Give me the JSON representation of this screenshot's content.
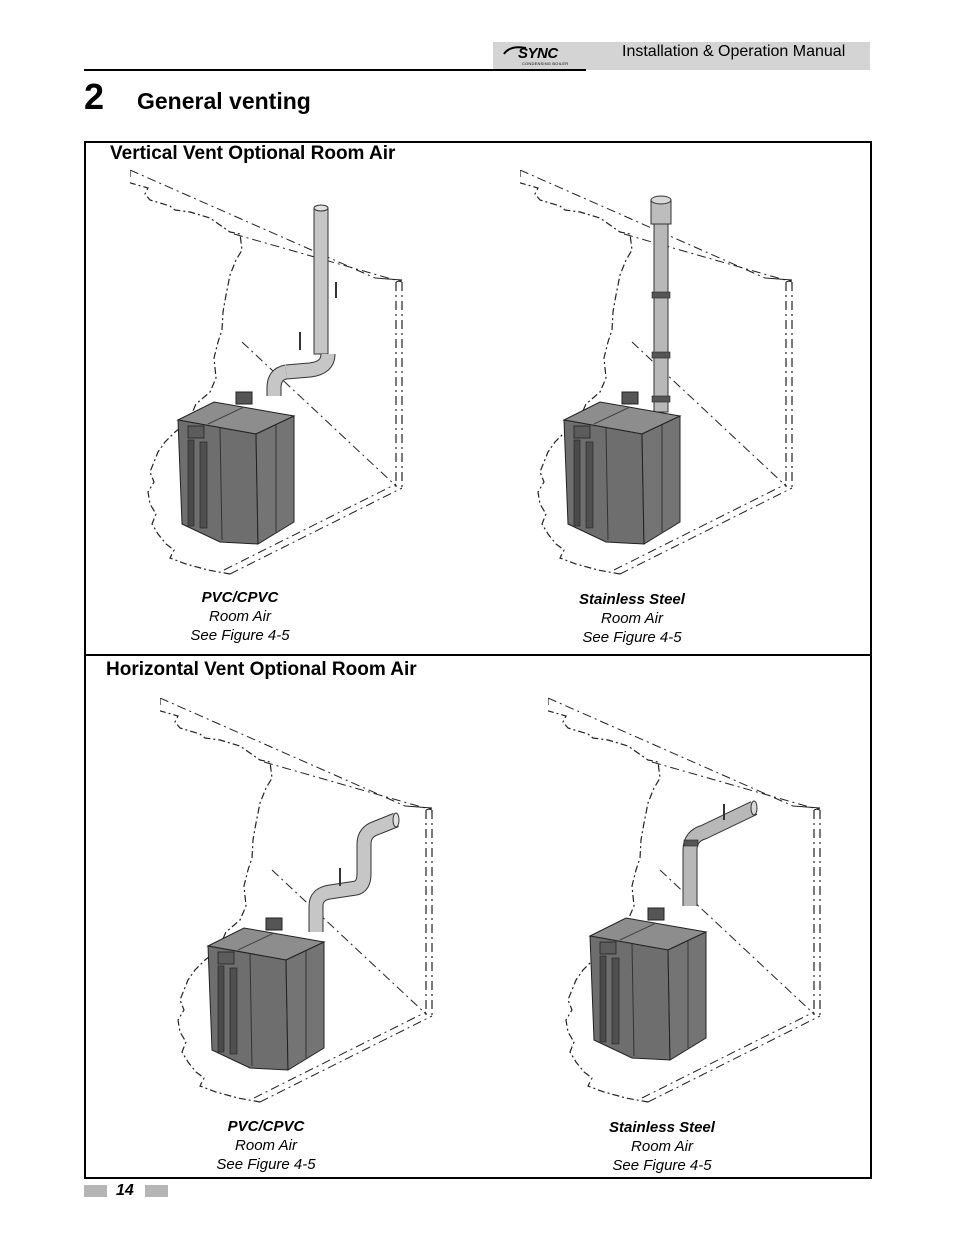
{
  "header": {
    "logo_text": "SYNC",
    "logo_subtext": "CONDENSING BOILER",
    "manual_title": "Installation & Operation Manual"
  },
  "section": {
    "number": "2",
    "title": "General  venting"
  },
  "panels": [
    {
      "title": "Vertical Vent Optional Room Air",
      "figures": [
        {
          "material": "PVC/CPVC",
          "air": "Room Air",
          "ref": "See Figure 4-5"
        },
        {
          "material": "Stainless Steel",
          "air": "Room Air",
          "ref": "See Figure 4-5"
        }
      ]
    },
    {
      "title": "Horizontal Vent Optional Room Air",
      "figures": [
        {
          "material": "PVC/CPVC",
          "air": "Room Air",
          "ref": "See Figure 4-5"
        },
        {
          "material": "Stainless Steel",
          "air": "Room Air",
          "ref": "See Figure 4-5"
        }
      ]
    }
  ],
  "footer": {
    "page_number": "14"
  }
}
